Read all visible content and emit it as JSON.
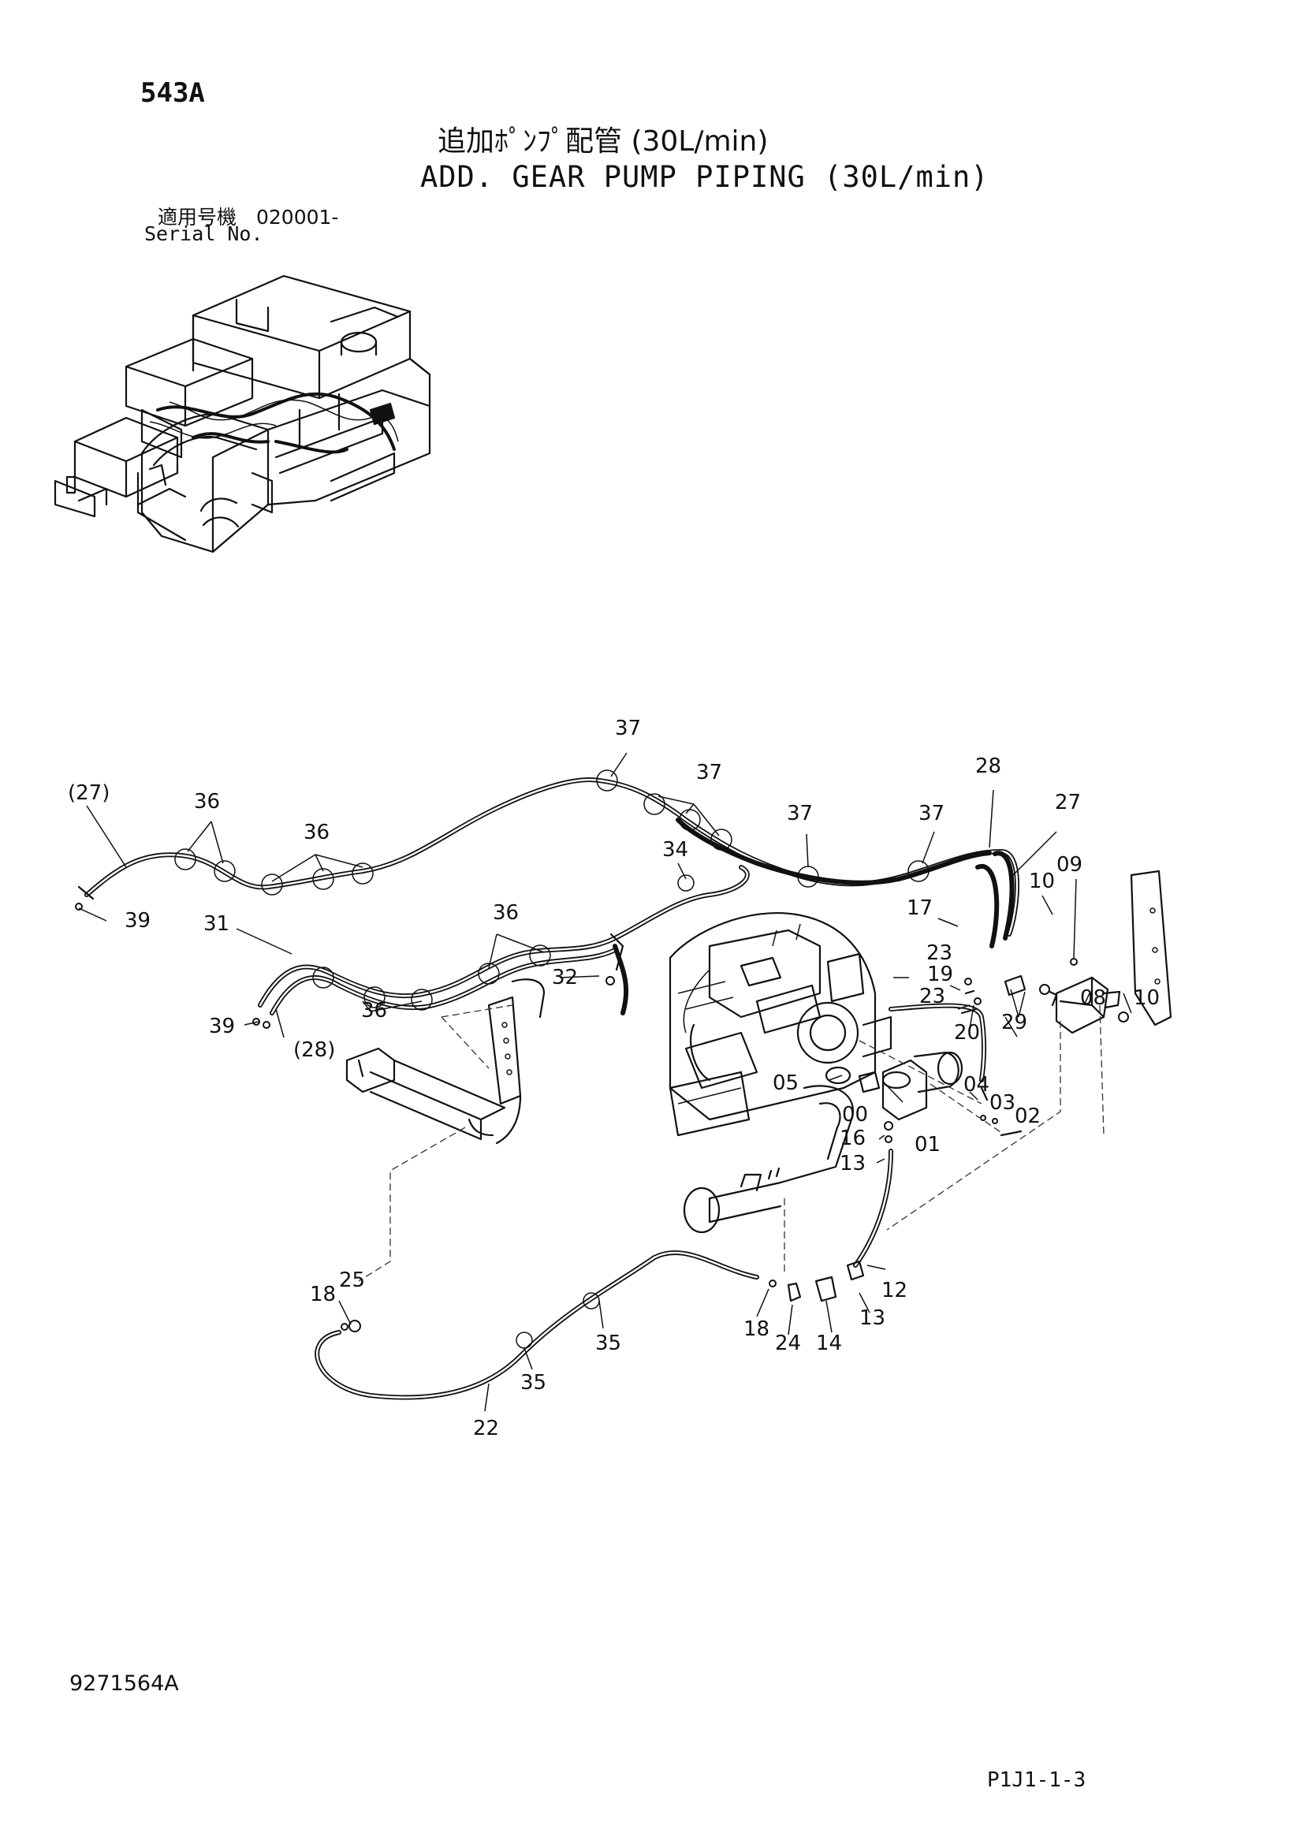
{
  "header": {
    "section_code": "543A",
    "title_jp": "追加ﾎﾟﾝﾌﾟ配管 (30L/min)",
    "title_en": "ADD. GEAR PUMP PIPING (30L/min)",
    "serial_label_jp": "適用号機　020001-",
    "serial_label_en": "Serial No."
  },
  "footer": {
    "drawing_number": "9271564A",
    "page_code": "P1J1-1-3"
  },
  "callouts": {
    "c37a": "37",
    "c37b": "37",
    "c37c": "37",
    "c37d": "37",
    "c28a": "28",
    "c27a": "(27)",
    "c27b": "27",
    "c36a": "36",
    "c36b": "36",
    "c36c": "36",
    "c36d": "36",
    "c34": "34",
    "c09": "09",
    "c10a": "10",
    "c10b": "10",
    "c39a": "39",
    "c39b": "39",
    "c31": "31",
    "c17": "17",
    "c23a": "23",
    "c23b": "23",
    "c19": "19",
    "c32": "32",
    "c28b": "(28)",
    "c20": "20",
    "c29": "29",
    "c08": "08",
    "c05": "05",
    "c04": "04",
    "c03": "03",
    "c02": "02",
    "c00": "00",
    "c01": "01",
    "c16": "16",
    "c13a": "13",
    "c13b": "13",
    "c12": "12",
    "c18a": "18",
    "c18b": "18",
    "c25": "25",
    "c24": "24",
    "c14": "14",
    "c35a": "35",
    "c35b": "35",
    "c22": "22"
  }
}
